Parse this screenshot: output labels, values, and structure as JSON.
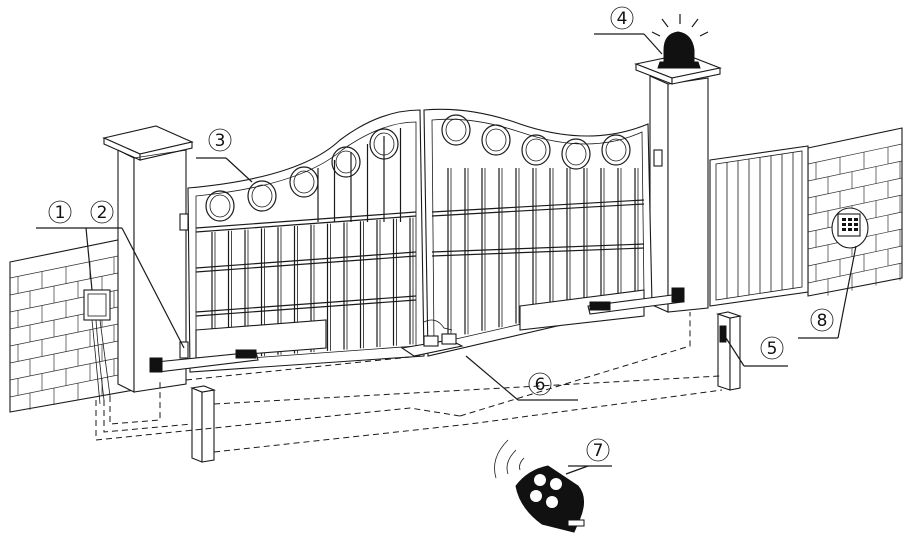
{
  "callouts": [
    {
      "id": "c1",
      "label": "1",
      "part": "control-box"
    },
    {
      "id": "c2",
      "label": "2",
      "part": "left-gate-opener-arm"
    },
    {
      "id": "c3",
      "label": "3",
      "part": "gate-leaf"
    },
    {
      "id": "c4",
      "label": "4",
      "part": "warning-lamp"
    },
    {
      "id": "c5",
      "label": "5",
      "part": "photocell-receiver"
    },
    {
      "id": "c6",
      "label": "6",
      "part": "gate-stopper"
    },
    {
      "id": "c7",
      "label": "7",
      "part": "remote-control"
    },
    {
      "id": "c8",
      "label": "8",
      "part": "keypad"
    }
  ],
  "icons": {
    "warning_lamp": "warning-lamp-icon",
    "remote": "remote-control-icon",
    "keypad": "keypad-icon",
    "control_box": "control-box-icon"
  },
  "colors": {
    "line": "#1a1a1a",
    "background": "#ffffff"
  }
}
